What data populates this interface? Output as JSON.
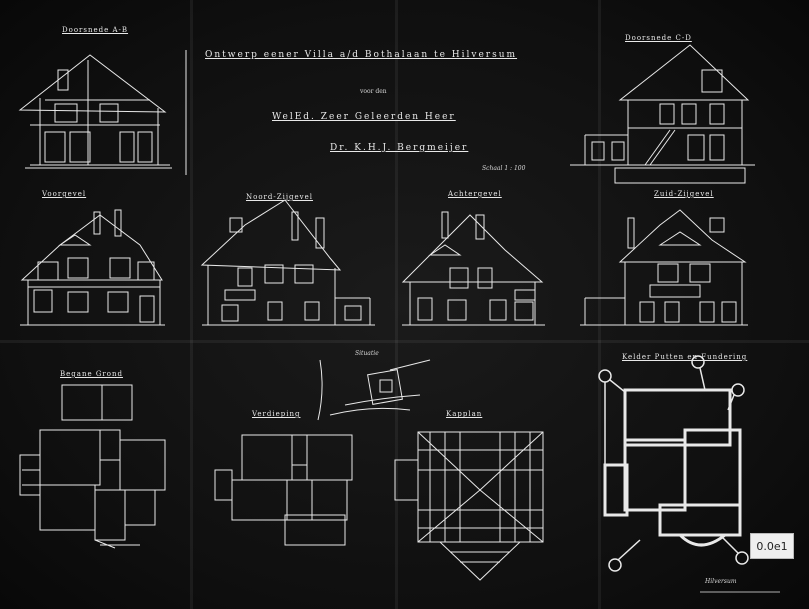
{
  "title": {
    "line1": "Ontwerp eener Villa a/d Bothalaan te Hilversum",
    "line2": "voor den",
    "line3": "WelEd. Zeer Geleerden Heer",
    "line4": "Dr. K.H.J. Bergmeijer",
    "line5": "Schaal 1 : 100"
  },
  "labels": {
    "section_ab": "Doorsnede A-B",
    "section_cd": "Doorsnede C-D",
    "front_facade": "Voorgevel",
    "north_facade": "Noord-Zijgevel",
    "rear_facade": "Achtergevel",
    "south_facade": "Zuid-Zijgevel",
    "ground_floor": "Begane Grond",
    "upper_floor": "Verdieping",
    "roof_plan": "Kapplan",
    "cellar_plan": "Kelder Putten en Fundering",
    "site_plan": "Situatie"
  },
  "stamp": "0.0e1",
  "signature": "Hilversum"
}
